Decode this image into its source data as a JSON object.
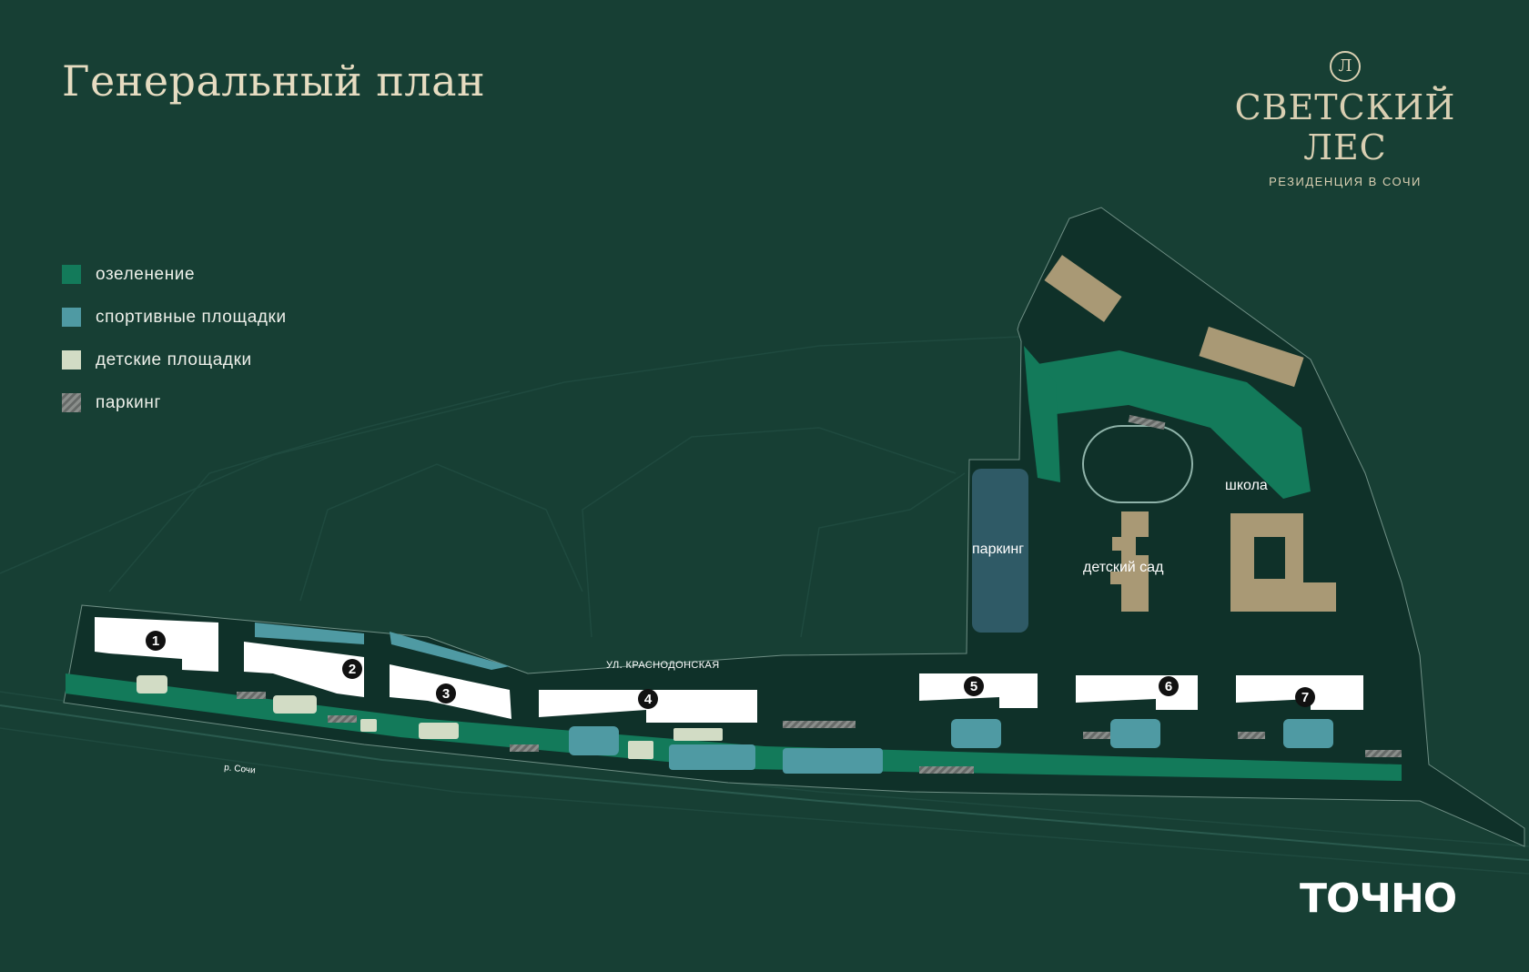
{
  "title": "Генеральный план",
  "brand": {
    "monogram": "Л",
    "name": "СВЕТСКИЙ ЛЕС",
    "subtitle": "РЕЗИДЕНЦИЯ В СОЧИ"
  },
  "legend": [
    {
      "label": "озеленение",
      "color": "#137a5a"
    },
    {
      "label": "спортивные площадки",
      "color": "#4f9aa3"
    },
    {
      "label": "детские площадки",
      "color": "#d2dcc5"
    },
    {
      "label": "паркинг",
      "color": "#7b7f7d"
    }
  ],
  "map_labels": {
    "street": "УЛ. КРАСНОДОНСКАЯ",
    "river": "р. Сочи",
    "parking": "паркинг",
    "kindergarten": "детский сад",
    "school": "школа"
  },
  "buildings": [
    "1",
    "2",
    "3",
    "4",
    "5",
    "6",
    "7"
  ],
  "developer_logo": "ТОЧНО",
  "colors": {
    "background": "#173f34",
    "site": "#0f3129",
    "greenery": "#137a5a",
    "sport": "#4f9aa3",
    "playground": "#d2dcc5",
    "parking": "#7b7f7d",
    "social": "#a99975",
    "building": "#ffffff"
  }
}
